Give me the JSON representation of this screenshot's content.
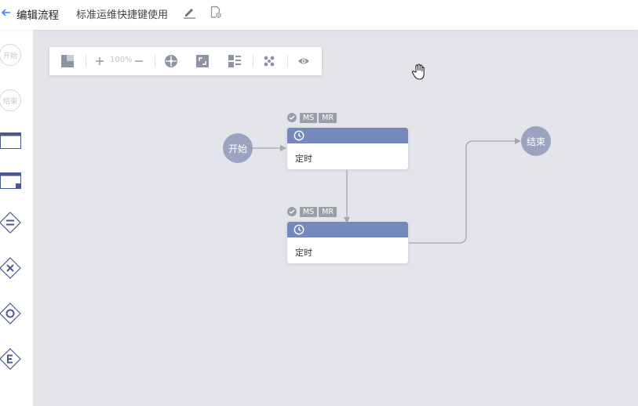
{
  "header": {
    "title": "编辑流程",
    "process_name": "标准运维快捷键使用"
  },
  "palette": {
    "start_label": "开始",
    "end_label": "结束"
  },
  "toolbar": {
    "zoom": "100%"
  },
  "flow": {
    "start_label": "开始",
    "end_label": "结束",
    "tasks": [
      {
        "label": "定时",
        "badges": [
          "MS",
          "MR"
        ]
      },
      {
        "label": "定时",
        "badges": [
          "MS",
          "MR"
        ]
      }
    ]
  },
  "colors": {
    "accent": "#3a84ff",
    "task_header": "#7689bd",
    "event_node": "#9aa3bf",
    "canvas": "#e3e5eb",
    "badge": "#9a9ea6"
  }
}
